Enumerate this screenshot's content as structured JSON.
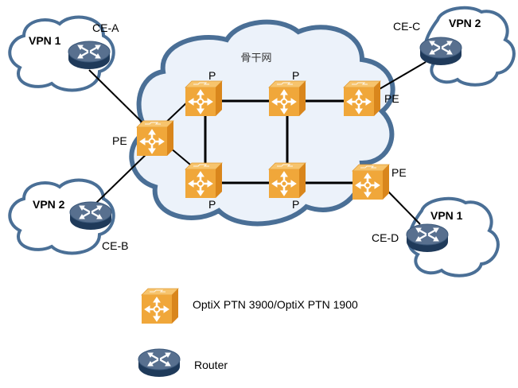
{
  "diagram": {
    "backbone_label": "骨干网",
    "colors": {
      "cloud_fill": "#ecf2fa",
      "cloud_stroke": "#4a6f96",
      "switch_front": "#f0a73a",
      "switch_top": "#f7c46d",
      "switch_side": "#d9861c",
      "router_top": "#58708f",
      "router_side": "#1f3a5a",
      "link": "#000000"
    },
    "sites": [
      {
        "id": "vpn1-a",
        "label": "VPN 1"
      },
      {
        "id": "vpn2-b",
        "label": "VPN 2"
      },
      {
        "id": "vpn2-c",
        "label": "VPN 2"
      },
      {
        "id": "vpn1-d",
        "label": "VPN 1"
      }
    ],
    "nodes": [
      {
        "id": "ce-a",
        "type": "router",
        "label": "CE-A"
      },
      {
        "id": "ce-b",
        "type": "router",
        "label": "CE-B"
      },
      {
        "id": "ce-c",
        "type": "router",
        "label": "CE-C"
      },
      {
        "id": "ce-d",
        "type": "router",
        "label": "CE-D"
      },
      {
        "id": "pe-left",
        "type": "ptn",
        "label": "PE"
      },
      {
        "id": "pe-top-right",
        "type": "ptn",
        "label": "PE"
      },
      {
        "id": "pe-bottom-right",
        "type": "ptn",
        "label": "PE"
      },
      {
        "id": "p-top-left",
        "type": "ptn",
        "label": "P"
      },
      {
        "id": "p-top-right",
        "type": "ptn",
        "label": "P"
      },
      {
        "id": "p-bottom-left",
        "type": "ptn",
        "label": "P"
      },
      {
        "id": "p-bottom-right",
        "type": "ptn",
        "label": "P"
      }
    ],
    "links": [
      [
        "ce-a",
        "pe-left"
      ],
      [
        "ce-b",
        "pe-left"
      ],
      [
        "pe-left",
        "p-top-left"
      ],
      [
        "pe-left",
        "p-bottom-left"
      ],
      [
        "p-top-left",
        "p-top-right"
      ],
      [
        "p-top-right",
        "pe-top-right"
      ],
      [
        "pe-top-right",
        "ce-c"
      ],
      [
        "p-top-left",
        "p-bottom-left"
      ],
      [
        "p-top-right",
        "p-bottom-right"
      ],
      [
        "p-bottom-left",
        "p-bottom-right"
      ],
      [
        "p-bottom-right",
        "pe-bottom-right"
      ],
      [
        "pe-bottom-right",
        "ce-d"
      ]
    ]
  },
  "legend": {
    "items": [
      {
        "icon": "ptn-switch-icon",
        "label": "OptiX PTN 3900/OptiX PTN 1900"
      },
      {
        "icon": "router-icon",
        "label": "Router"
      }
    ]
  }
}
